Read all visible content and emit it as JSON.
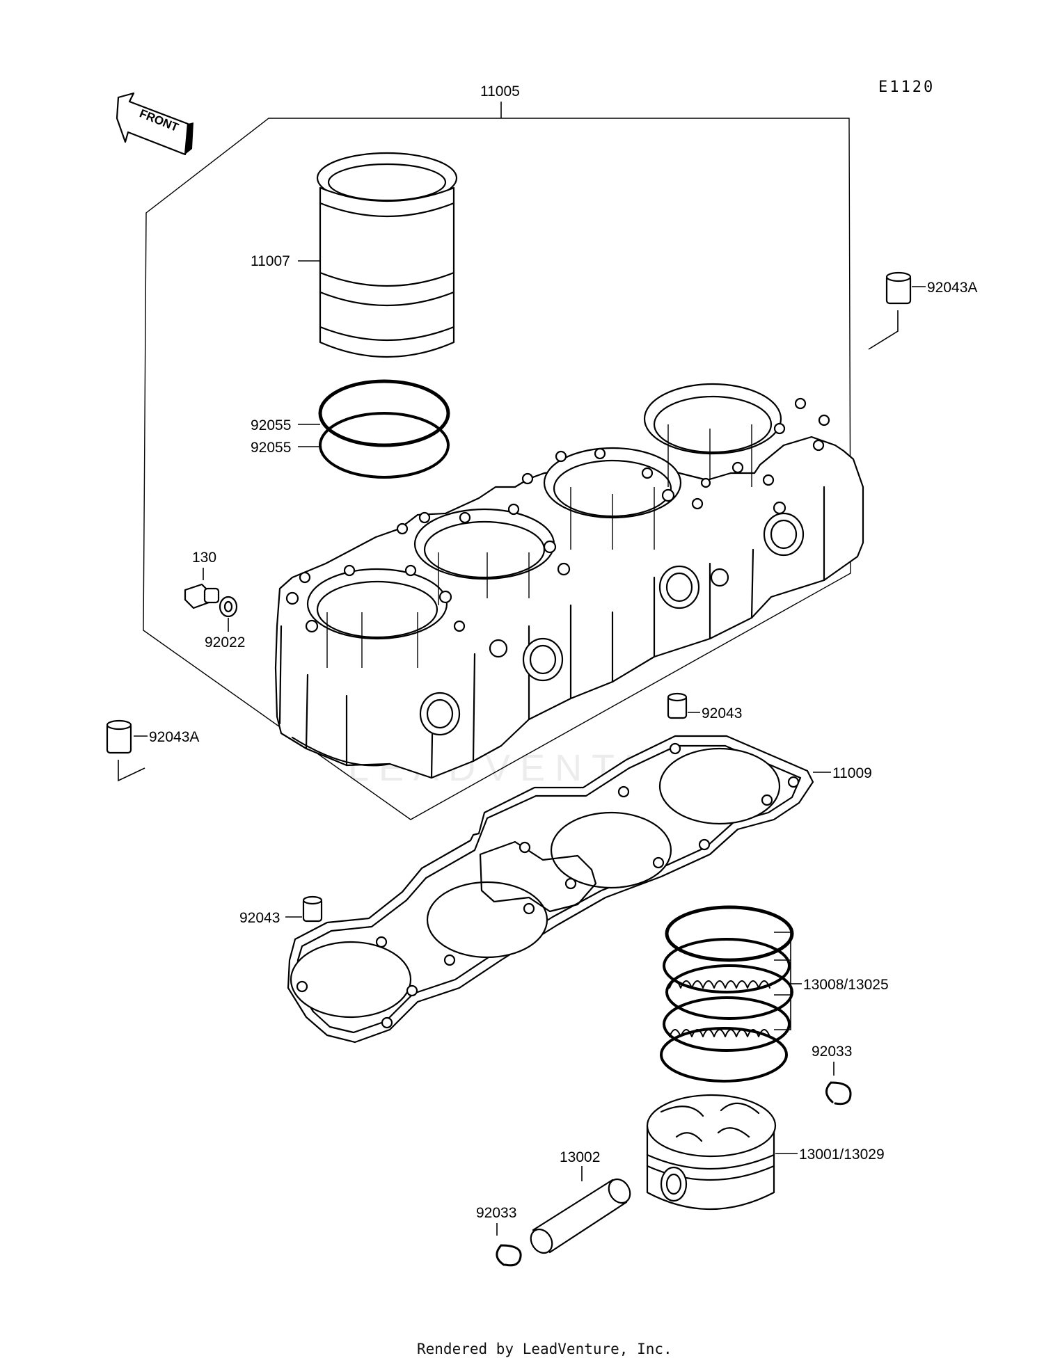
{
  "diagram_code": "E1120",
  "front_badge": "FRONT",
  "watermark": "LEADVENTURE",
  "footer": "Rendered by LeadVenture, Inc.",
  "parts": {
    "cylinder_assembly": "11005",
    "cylinder_sleeve": "11007",
    "sleeve_ring_upper": "92055",
    "sleeve_ring_lower": "92055",
    "dowel_top_right": "92043A",
    "dowel_left": "92043A",
    "drain_bolt": "130",
    "washer": "92022",
    "dowel_center": "92043",
    "base_gasket": "11009",
    "dowel_gasket_left": "92043",
    "piston_ring_set": "13008/13025",
    "circlip_right": "92033",
    "piston": "13001/13029",
    "piston_pin": "13002",
    "circlip_left": "92033"
  }
}
